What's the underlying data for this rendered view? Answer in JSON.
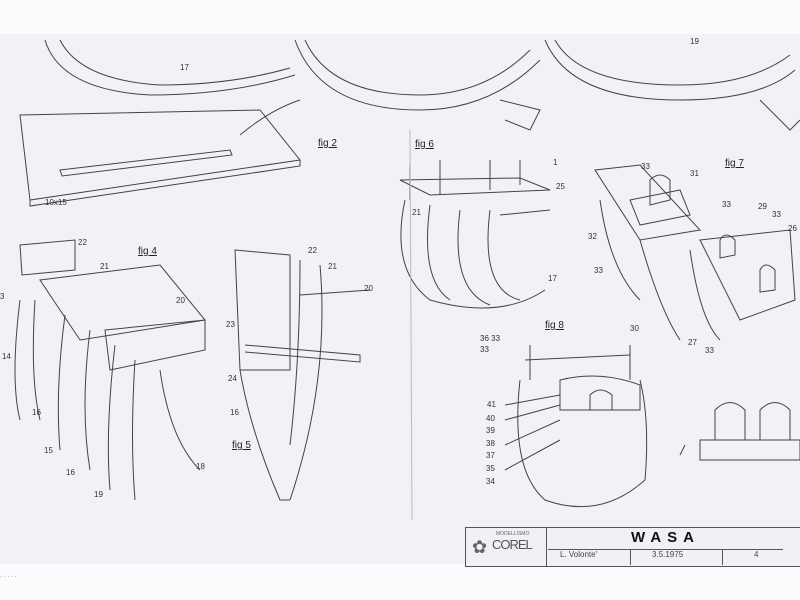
{
  "figures": {
    "fig2": "fig 2",
    "fig4": "fig 4",
    "fig5": "fig 5",
    "fig6": "fig 6",
    "fig7": "fig 7",
    "fig8": "fig 8"
  },
  "labels": [
    {
      "id": "a",
      "text": "17"
    },
    {
      "id": "b",
      "text": "10x15"
    },
    {
      "id": "c",
      "text": "19"
    },
    {
      "id": "d",
      "text": "22"
    },
    {
      "id": "e",
      "text": "21"
    },
    {
      "id": "f",
      "text": "20"
    },
    {
      "id": "g",
      "text": "3"
    },
    {
      "id": "h",
      "text": "14"
    },
    {
      "id": "i",
      "text": "16"
    },
    {
      "id": "j",
      "text": "15"
    },
    {
      "id": "k",
      "text": "16"
    },
    {
      "id": "l",
      "text": "19"
    },
    {
      "id": "m",
      "text": "18"
    },
    {
      "id": "n",
      "text": "22"
    },
    {
      "id": "o",
      "text": "21"
    },
    {
      "id": "p",
      "text": "20"
    },
    {
      "id": "q",
      "text": "23"
    },
    {
      "id": "r",
      "text": "24"
    },
    {
      "id": "s",
      "text": "16"
    },
    {
      "id": "t",
      "text": "1"
    },
    {
      "id": "u",
      "text": "25"
    },
    {
      "id": "v",
      "text": "17"
    },
    {
      "id": "w",
      "text": "21"
    },
    {
      "id": "x",
      "text": "33"
    },
    {
      "id": "y",
      "text": "31"
    },
    {
      "id": "z",
      "text": "29"
    },
    {
      "id": "aa",
      "text": "33"
    },
    {
      "id": "ab",
      "text": "26"
    },
    {
      "id": "ac",
      "text": "32"
    },
    {
      "id": "ad",
      "text": "33"
    },
    {
      "id": "ae",
      "text": "33"
    },
    {
      "id": "af",
      "text": "30"
    },
    {
      "id": "ag",
      "text": "27"
    },
    {
      "id": "ah",
      "text": "33"
    },
    {
      "id": "ai",
      "text": "36 33"
    },
    {
      "id": "aj",
      "text": "33"
    },
    {
      "id": "ak",
      "text": "41"
    },
    {
      "id": "al",
      "text": "40"
    },
    {
      "id": "am",
      "text": "39"
    },
    {
      "id": "an",
      "text": "38"
    },
    {
      "id": "ao",
      "text": "37"
    },
    {
      "id": "ap",
      "text": "35"
    },
    {
      "id": "aq",
      "text": "34"
    }
  ],
  "title_block": {
    "brand_top": "MODELLISMO",
    "brand": "COREL",
    "model": "WASA",
    "author": "L. Volonte'",
    "date": "3.5.1975",
    "sheet": "4"
  }
}
